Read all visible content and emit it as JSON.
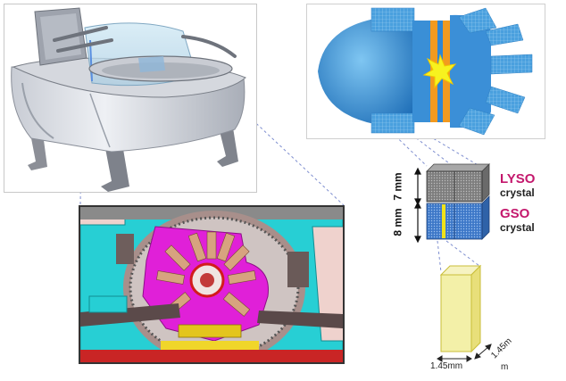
{
  "crystals": {
    "top": {
      "name": "LYSO",
      "sub": "crystal",
      "height": "7 mm"
    },
    "bottom": {
      "name": "GSO",
      "sub": "crystal",
      "height": "8 mm"
    }
  },
  "dimensions": {
    "width": "1.45mm",
    "depth_line1": "1.45m",
    "depth_line2": "m"
  },
  "colors": {
    "accent_label": "#c4186d",
    "connector": "#7f8fd0",
    "detector_blue": "#2f86d3",
    "detector_orange": "#f29a1f",
    "cad_magenta": "#e020d8",
    "cad_cyan": "#25d4d4",
    "pixel_yellow": "#f3f0a8"
  }
}
